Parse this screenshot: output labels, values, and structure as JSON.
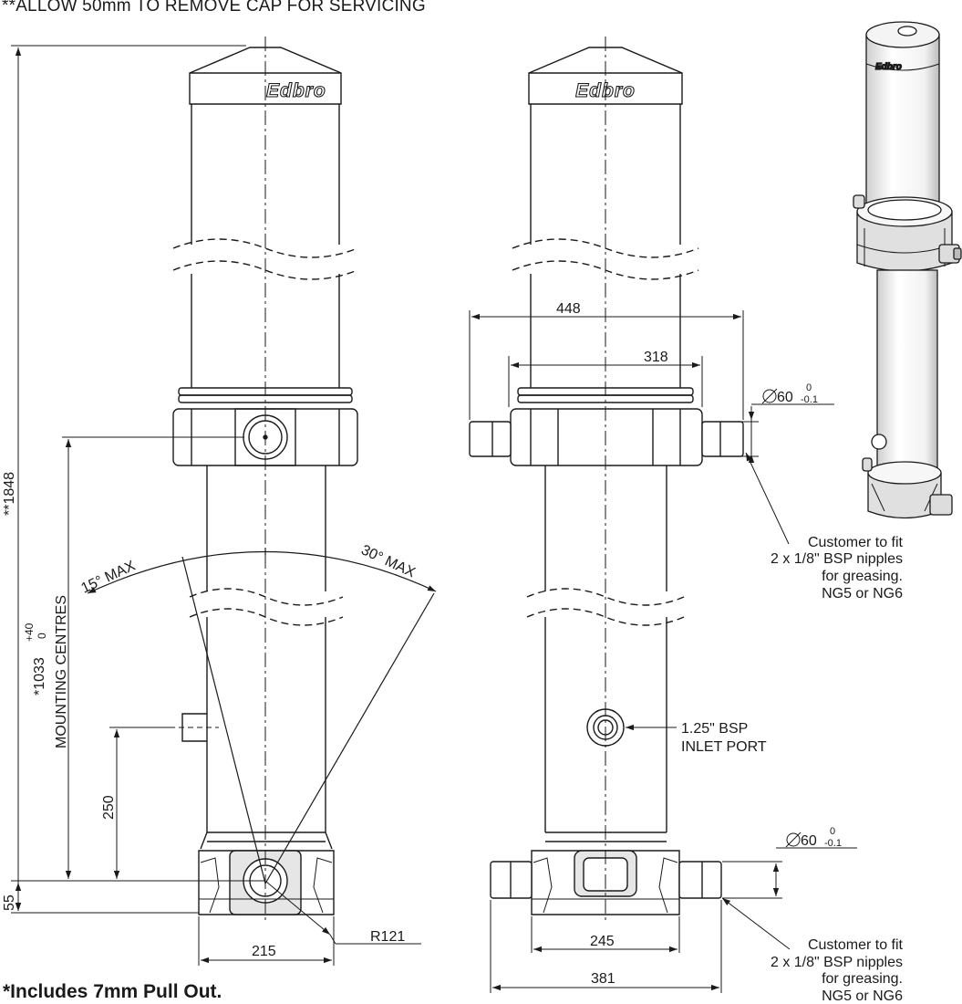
{
  "notes": {
    "top": "**ALLOW 50mm TO REMOVE CAP FOR SERVICING",
    "bottom": "*Includes 7mm Pull Out."
  },
  "brand": "Edbro",
  "side_view": {
    "overall_length": "**1848",
    "mounting_tol_upper": "+40",
    "mounting_tol_lower": "0",
    "mounting_value": "*1033",
    "mounting_label": "MOUNTING CENTRES",
    "offset_250": "250",
    "offset_55": "55",
    "base_width": "215",
    "radius": "R121",
    "angle_left": "15° MAX",
    "angle_right": "30° MAX"
  },
  "front_view": {
    "width_448": "448",
    "width_318": "318",
    "dia_upper": "60",
    "dia_upper_tol_upper": "0",
    "dia_upper_tol_lower": "-0.1",
    "dia_lower": "60",
    "dia_lower_tol_upper": "0",
    "dia_lower_tol_lower": "-0.1",
    "width_245": "245",
    "width_381": "381",
    "grease_note_upper": [
      "Customer to fit",
      "2 x 1/8\" BSP nipples",
      "for greasing.",
      "NG5 or NG6"
    ],
    "inlet_port": [
      "1.25\" BSP",
      "INLET PORT"
    ],
    "grease_note_lower": [
      "Customer to fit",
      "2 x 1/8\" BSP nipples",
      "for greasing.",
      "NG5 or NG6"
    ]
  },
  "colors": {
    "line": "#1a1a1a",
    "background": "#ffffff",
    "shade": "#d9d9d9"
  }
}
